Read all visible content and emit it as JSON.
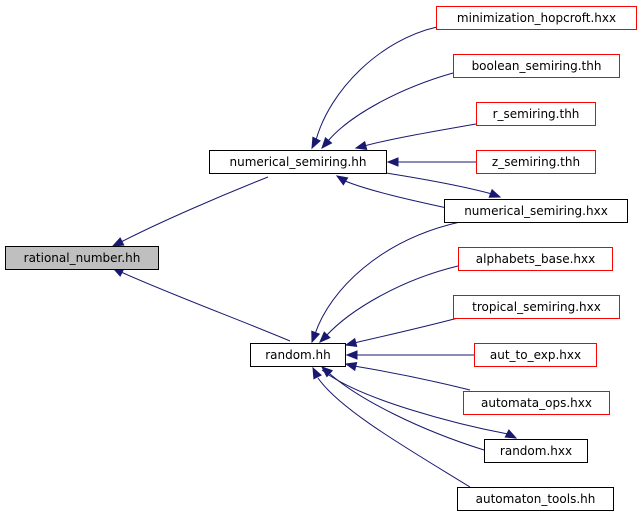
{
  "nodes": {
    "rational_number": {
      "label": "rational_number.hh",
      "style": "root"
    },
    "numerical_semiring_hh": {
      "label": "numerical_semiring.hh",
      "style": "black"
    },
    "random_hh": {
      "label": "random.hh",
      "style": "black"
    },
    "minimization_hopcroft": {
      "label": "minimization_hopcroft.hxx",
      "style": "red"
    },
    "boolean_semiring": {
      "label": "boolean_semiring.thh",
      "style": "red"
    },
    "r_semiring": {
      "label": "r_semiring.thh",
      "style": "red"
    },
    "z_semiring": {
      "label": "z_semiring.thh",
      "style": "red"
    },
    "numerical_semiring_hxx": {
      "label": "numerical_semiring.hxx",
      "style": "black"
    },
    "alphabets_base": {
      "label": "alphabets_base.hxx",
      "style": "red"
    },
    "tropical_semiring": {
      "label": "tropical_semiring.hxx",
      "style": "red"
    },
    "aut_to_exp": {
      "label": "aut_to_exp.hxx",
      "style": "red"
    },
    "automata_ops": {
      "label": "automata_ops.hxx",
      "style": "red"
    },
    "random_hxx": {
      "label": "random.hxx",
      "style": "black"
    },
    "automaton_tools": {
      "label": "automaton_tools.hh",
      "style": "black"
    }
  },
  "colors": {
    "edge": "#191970",
    "red_border": "#ff0000",
    "black_border": "#000000",
    "root_fill": "#bfbfbf"
  }
}
